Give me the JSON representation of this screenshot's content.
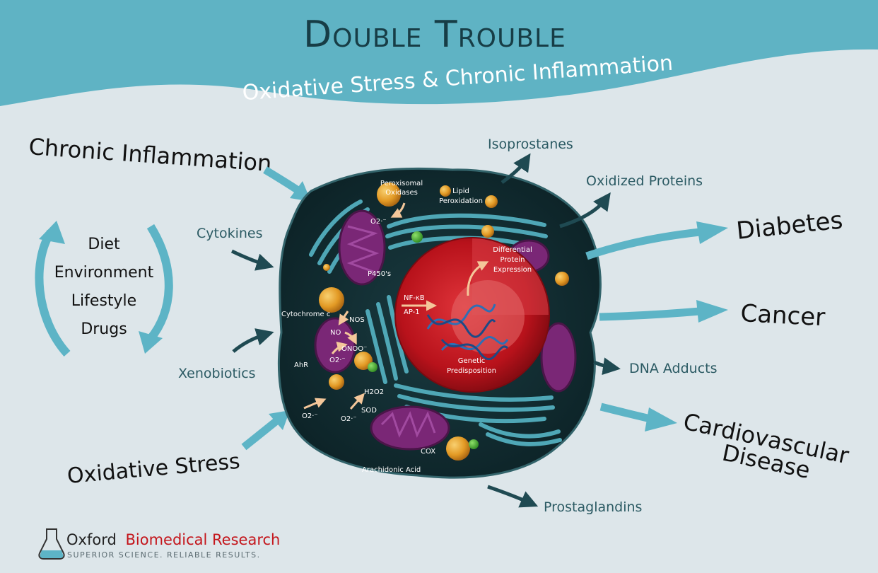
{
  "header": {
    "title": "Double Trouble",
    "subtitle": "Oxidative Stress & Chronic Inflammation"
  },
  "left": {
    "chronic_inflammation": "Chronic Inflammation",
    "oxidative_stress": "Oxidative Stress",
    "cycle_items": [
      "Diet",
      "Environment",
      "Lifestyle",
      "Drugs"
    ],
    "cytokines": "Cytokines",
    "xenobiotics": "Xenobiotics"
  },
  "cell_labels": {
    "peroxisomal": [
      "Peroxisomal",
      "Oxidases"
    ],
    "lipid": [
      "Lipid",
      "Peroxidation"
    ],
    "superoxide": "O2·⁻",
    "p450": "P450's",
    "differential": [
      "Differential",
      "Protein",
      "Expression"
    ],
    "nfkb": "NF-κB",
    "ap1": "AP-1",
    "cytochrome": "Cytochrome c",
    "nos": "NOS",
    "no": "NO",
    "onoo": "ONOO⁻",
    "ahr": "AhR",
    "genetic": [
      "Genetic",
      "Predisposition"
    ],
    "h2o2": "H2O2",
    "sod": "SOD",
    "cox": "COX",
    "arachidonic": "Arachidonic Acid"
  },
  "products": {
    "isoprostanes": "Isoprostanes",
    "oxidized_proteins": "Oxidized Proteins",
    "dna_adducts": "DNA Adducts",
    "prostaglandins": "Prostaglandins"
  },
  "diseases": {
    "diabetes": "Diabetes",
    "cancer": "Cancer",
    "cardio": [
      "Cardiovascular",
      "Disease"
    ]
  },
  "logo": {
    "brand_black": "Oxford",
    "brand_red": "Biomedical Research",
    "tagline": "SUPERIOR SCIENCE. RELIABLE RESULTS."
  },
  "colors": {
    "banner": "#5fb3c4",
    "background": "#dde6ea",
    "arrow_teal": "#5db4c6",
    "arrow_dark": "#1f4a52",
    "text_dark_teal": "#2b5a63",
    "cell_body": "#0f2b30",
    "nucleus": "#c0141d",
    "mito": "#7a2776",
    "vesicle": "#e8a02a",
    "brand_red": "#c4161c"
  }
}
